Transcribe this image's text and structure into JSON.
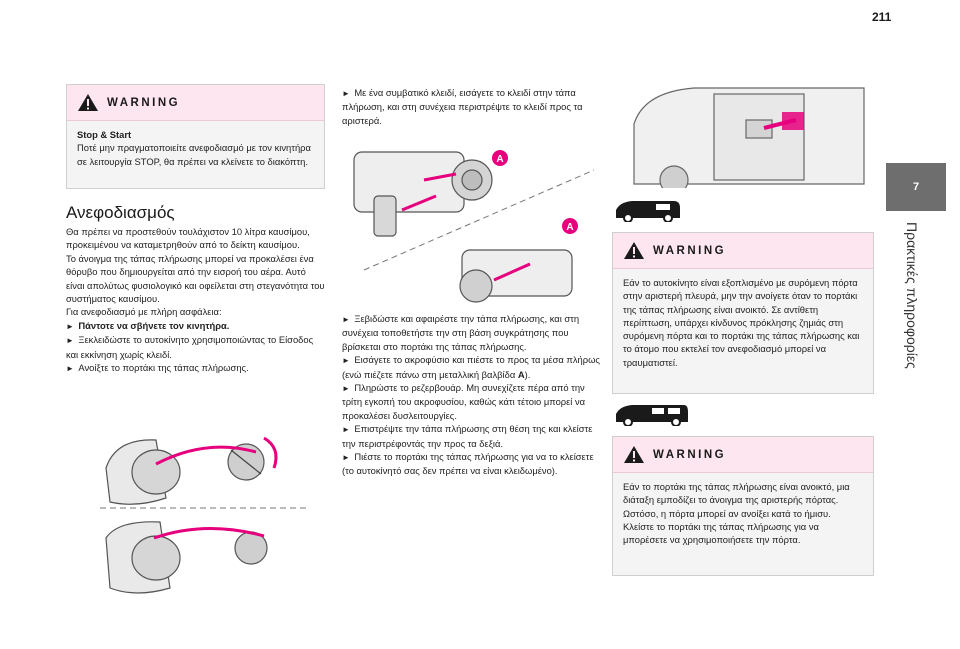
{
  "page_number": "211",
  "side_tab": {
    "number": "7",
    "title": "Πρακτικές πληροφορίες"
  },
  "warning1": {
    "title": "WARNING",
    "heading": "Stop & Start",
    "body": "Ποτέ μην πραγματοποιείτε ανεφοδιασμό με τον κινητήρα σε λειτουργία STOP, θα πρέπει να κλείνετε το διακόπτη."
  },
  "refuel": {
    "title": "Ανεφοδιασμός",
    "p1": "Θα πρέπει να προστεθούν τουλάχιστον 10 λίτρα καυσίμου, προκειμένου να καταμετρηθούν από το δείκτη καυσίμου.",
    "p2": "Το άνοιγμα της τάπας πλήρωσης μπορεί να προκαλέσει ένα θόρυβο που δημιουργείται από την εισροή του αέρα. Αυτό είναι απολύτως φυσιολογικό και οφείλεται στη στεγανότητα του συστήματος καυσίμου.",
    "p3": "Για ανεφοδιασμό με πλήρη ασφάλεια:",
    "b1": "Πάντοτε να σβήνετε τον κινητήρα.",
    "b2": "Ξεκλειδώστε το αυτοκίνητο χρησιμοποιώντας το Είσοδος και εκκίνηση χωρίς κλειδί.",
    "b3": "Ανοίξτε το πορτάκι της τάπας πλήρωσης."
  },
  "col2": {
    "b1": "Με ένα συμβατικό κλειδί, εισάγετε το κλειδί στην τάπα πλήρωση, και στη συνέχεια περιστρέψτε το κλειδί προς τα αριστερά.",
    "label_a": "A",
    "b2": "Ξεβιδώστε και αφαιρέστε την τάπα πλήρωσης, και στη συνέχεια τοποθετήστε την στη βάση συγκράτησης που βρίσκεται στο πορτάκι της τάπας πλήρωσης.",
    "b3_pre": "Εισάγετε το ακροφύσιο και πιέστε το προς τα μέσα πλήρως (ενώ πιέζετε πάνω στη μεταλλική βαλβίδα ",
    "b3_bold": "A",
    "b3_post": ").",
    "b4": "Πληρώστε το ρεζερβουάρ. Μη συνεχίζετε πέρα από την τρίτη εγκοπή του ακροφυσίου, καθώς κάτι τέτοιο μπορεί να προκαλέσει δυσλειτουργίες.",
    "b5": "Επιστρέψτε την τάπα πλήρωσης στη θέση της και κλείστε την περιστρέφοντάς την προς τα δεξιά.",
    "b6": "Πιέστε το πορτάκι της τάπας πλήρωσης για να το κλείσετε (το αυτοκίνητό σας δεν πρέπει να είναι κλειδωμένο)."
  },
  "warning2": {
    "title": "WARNING",
    "body": "Εάν το αυτοκίνητο είναι εξοπλισμένο με συρόμενη πόρτα στην αριστερή πλευρά, μην την ανοίγετε όταν το πορτάκι της τάπας πλήρωσης είναι ανοικτό. Σε αντίθετη περίπτωση, υπάρχει κίνδυνος πρόκλησης ζημιάς στη συρόμενη πόρτα και το πορτάκι της τάπας πλήρωσης και το άτομο που εκτελεί τον ανεφοδιασμό μπορεί να τραυματιστεί."
  },
  "warning3": {
    "title": "WARNING",
    "p1": "Εάν το πορτάκι της τάπας πλήρωσης είναι ανοικτό, μια διάταξη εμποδίζει το άνοιγμα της αριστερής πόρτας.",
    "p2": "Ωστόσο, η πόρτα μπορεί αν ανοίξει κατά το ήμισυ. Κλείστε το πορτάκι της τάπας πλήρωσης για να μπορέσετε να χρησιμοποιήσετε την πόρτα."
  },
  "colors": {
    "accent": "#e6007e",
    "warning_bg": "#fde6ef",
    "tab_bg": "#6e6e6e",
    "box_bg": "#f4f4f4"
  }
}
